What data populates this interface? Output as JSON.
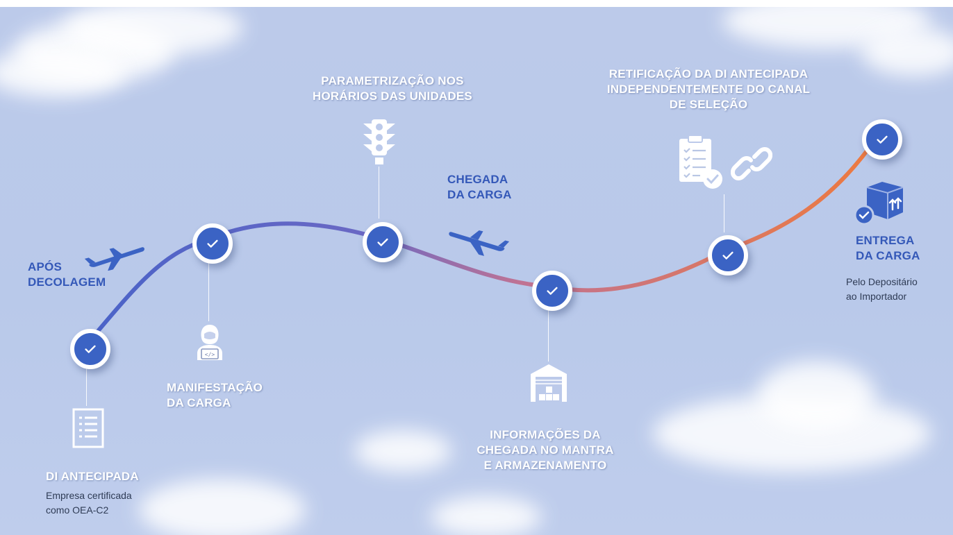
{
  "colors": {
    "node_fill": "#3b63c4",
    "node_ring": "#ffffff",
    "label_blue": "#3458b8",
    "route_start": "#4a63c8",
    "route_mid": "#b06fa0",
    "route_end": "#ee7a3e"
  },
  "steps": [
    {
      "title_lines": [
        "DI ANTECIPADA"
      ],
      "sub_lines": [
        "Empresa certificada",
        "como OEA-C2"
      ],
      "icon": "document-list-icon"
    },
    {
      "title_lines": [
        "MANIFESTAÇÃO",
        "DA CARGA"
      ],
      "icon": "developer-person-icon"
    },
    {
      "title_lines": [
        "PARAMETRIZAÇÃO NOS",
        "HORÁRIOS DAS UNIDADES"
      ],
      "icon": "traffic-light-icon"
    },
    {
      "title_lines": [
        "INFORMAÇÕES DA",
        "CHEGADA NO MANTRA",
        "E ARMAZENAMENTO"
      ],
      "icon": "warehouse-icon"
    },
    {
      "title_lines": [
        "RETIFICAÇÃO DA DI ANTECIPADA",
        "INDEPENDENTEMENTE  DO CANAL",
        "DE SELEÇÃO"
      ],
      "icon": "checklist-clipboard-icon",
      "icon2": "link-icon"
    },
    {
      "title_lines": [
        "ENTREGA",
        "DA CARGA"
      ],
      "sub_lines": [
        "Pelo Depositário",
        "ao Importador"
      ],
      "icon": "package-delivery-icon"
    }
  ],
  "flights": [
    {
      "label_lines": [
        "APÓS",
        "DECOLAGEM"
      ],
      "icon": "airplane-takeoff-icon"
    },
    {
      "label_lines": [
        "CHEGADA",
        "DA CARGA"
      ],
      "icon": "airplane-landing-icon"
    }
  ]
}
